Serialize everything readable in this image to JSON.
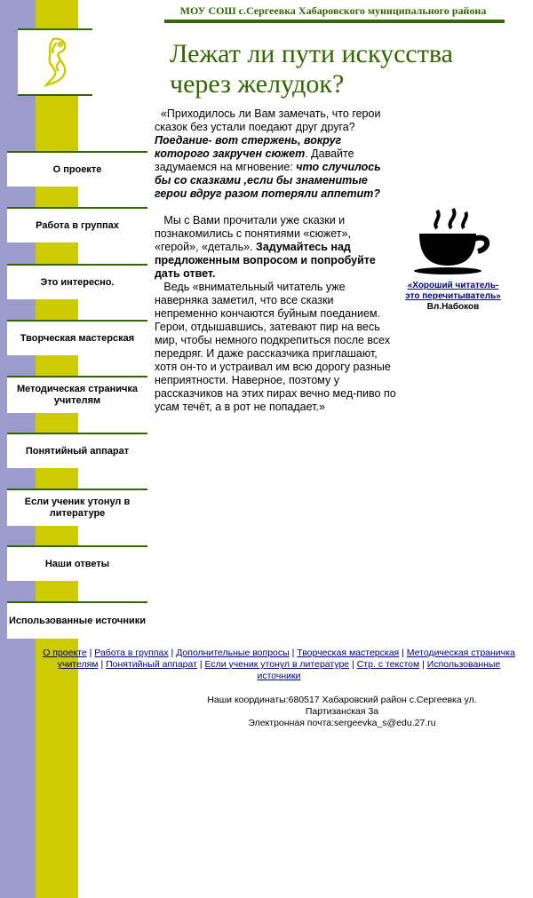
{
  "header": {
    "school": "МОУ СОШ с.Сергеевка Хабаровского муниципального района",
    "title": "Лежат ли пути искусства через желудок?"
  },
  "nav": [
    {
      "label": "О проекте"
    },
    {
      "label": "Работа в группах"
    },
    {
      "label": "Это интересно."
    },
    {
      "label": "Творческая мастерская"
    },
    {
      "label": "Методическая страничка учителям"
    },
    {
      "label": "Понятийный аппарат"
    },
    {
      "label": "Если ученик утонул в литературе"
    },
    {
      "label": "Наши ответы"
    },
    {
      "label": "Использованные источники"
    }
  ],
  "main": {
    "p1_a": "«Приходилось ли Вам замечать, что герои сказок без устали поедают друг друга?",
    "p1_b": "Поедание- вот стержень, вокруг которого закручен сюжет",
    "p1_c": "Давайте задумаемся на мгновение:",
    "p1_d": "что случилось бы со сказками ,если бы знаменитые герои вдруг разом потеряли аппетит?",
    "p2_a": "Мы с Вами прочитали уже сказки и познакомились  с понятиями «сюжет», «герой», «деталь».",
    "p2_b": "Задумайтесь над предложенным вопросом и попробуйте дать ответ.",
    "p3": "Ведь «внимательный читатель уже наверняка заметил, что все сказки непременно кончаются буйным поеданием. Герои, отдышавшись, затевают пир на весь мир, чтобы немного подкрепиться после всех передряг. И даже рассказчика приглашают, хотя он-то и устраивал им всю дорогу разные неприятности. Наверное, поэтому у рассказчиков на этих пирах вечно мед-пиво по усам течёт, а в рот не попадает.»"
  },
  "quote": {
    "text": "«Хороший читатель-это перечитыватель»",
    "author": "Вл.Набоков"
  },
  "footer_nav": [
    "О проекте",
    "Работа в группах",
    "Дополнительные вопросы",
    "Творческая мастерская",
    "Методическая страничка учителям",
    "Понятийный аппарат",
    "Если ученик утонул в литературе",
    "Стр. с текстом",
    "Использованные источники"
  ],
  "contacts": {
    "line1": "Наши координаты:680517 Хабаровский район с.Сергеевка ул. Партизанская 3а",
    "line2": "Электронная почта:sergeevka_s@edu.27.ru"
  },
  "colors": {
    "accent_green": "#336600",
    "strip_purple": "#9c9ccc",
    "strip_yellow": "#cccc00",
    "link": "#000080"
  }
}
